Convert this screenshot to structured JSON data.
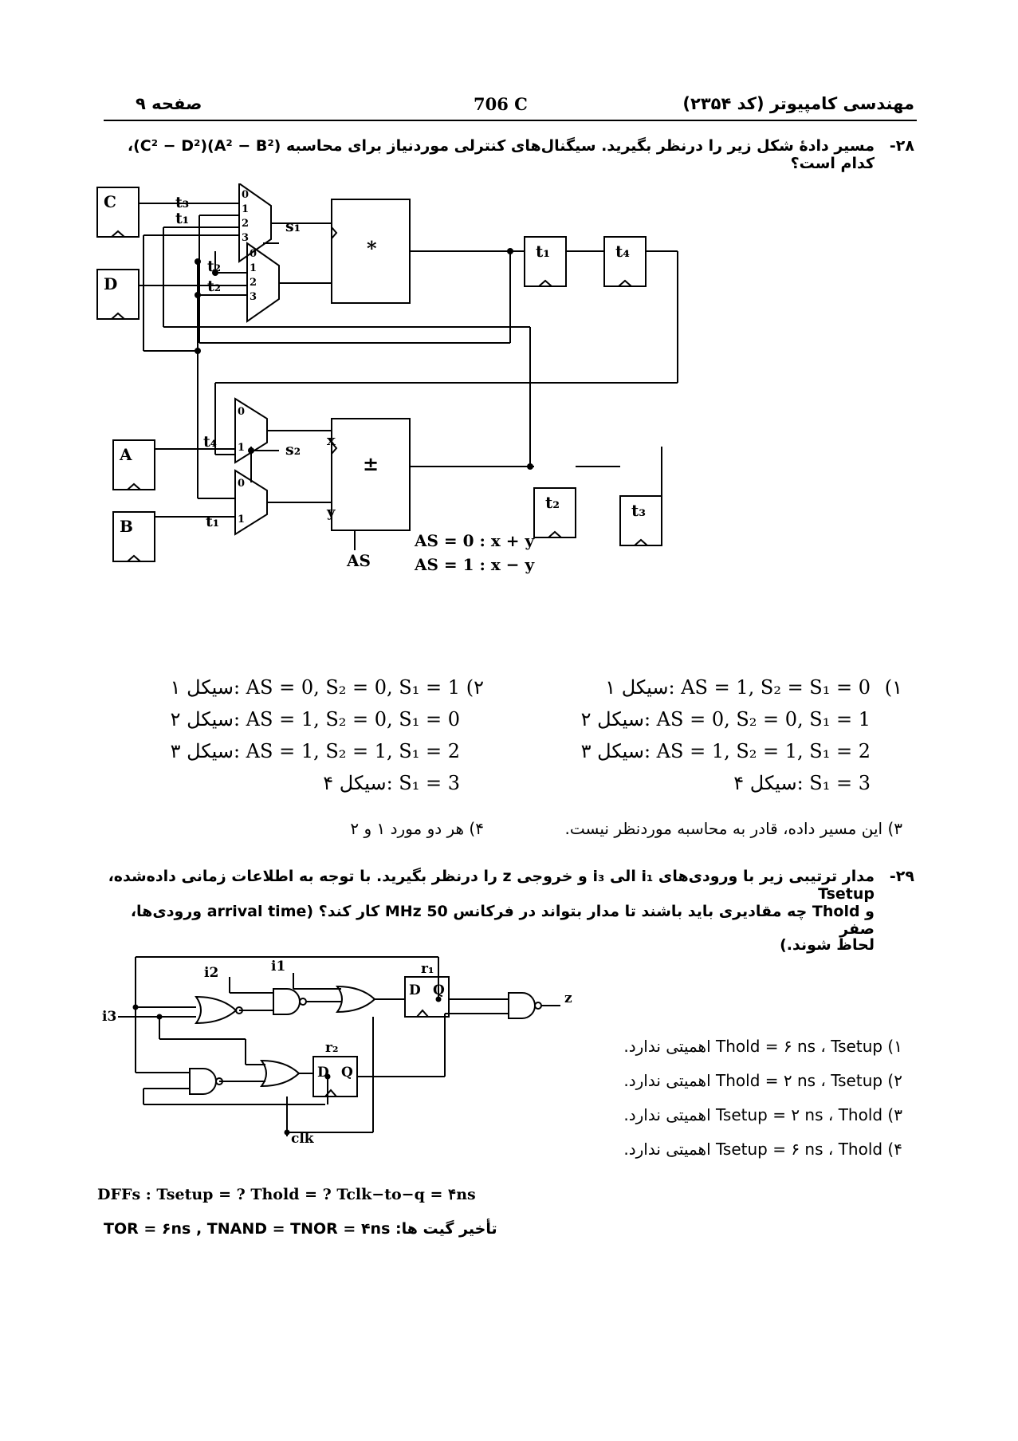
{
  "header": {
    "exam_title": "مهندسی کامپیوتر (کد ۲۳۵۴)",
    "booklet_code": "706 C",
    "page_label": "صفحه ۹"
  },
  "q28": {
    "number": "۲۸-",
    "text": "مسیر دادهٔ شکل زیر را درنظر بگیرید. سیگنال‌های کنترلی موردنیاز برای محاسبه (A² − B²)(C² − D²)، کدام است؟",
    "diagram": {
      "regs": [
        "C",
        "D",
        "A",
        "B",
        "t₁",
        "t₄",
        "t₂",
        "t₃"
      ],
      "wire_labels": [
        "t₃",
        "t₁",
        "t₂",
        "t₂",
        "t₄",
        "t₁"
      ],
      "selects": [
        "s₁",
        "s₂"
      ],
      "mux_inputs_4": [
        "0",
        "1",
        "2",
        "3"
      ],
      "mux_inputs_2": [
        "0",
        "1"
      ],
      "mult_op": "*",
      "alu_op": "±",
      "alu_x": "x",
      "alu_y": "y",
      "alu_ctrl": "AS",
      "as_note_0": "AS = 0 : x + y",
      "as_note_1": "AS = 1 : x − y"
    },
    "options": {
      "o1_num": "۱)",
      "o1_lines": [
        "AS = 1, S₂ = S₁ = 0 :سیکل ۱",
        "AS = 0, S₂ = 0, S₁ = 1 :سیکل ۲",
        "AS = 1, S₂ = 1, S₁ = 2 :سیکل ۳",
        "S₁ = 3 :سیکل ۴"
      ],
      "o2_num": "۲)",
      "o2_lines": [
        "AS = 0, S₂ = 0, S₁ = 1 :سیکل ۱",
        "AS = 1, S₂ = 0, S₁ = 0 :سیکل ۲",
        "AS = 1, S₂ = 1, S₁ = 2 :سیکل ۳",
        "S₁ = 3 :سیکل ۴"
      ],
      "o3": "۳) این مسیر داده، قادر به محاسبه موردنظر نیست.",
      "o4": "۴) هر دو مورد ۱ و ۲"
    }
  },
  "q29": {
    "number": "۲۹-",
    "line1": "مدار ترتیبی زیر با ورودی‌های i₁ الی i₃ و خروجی z را درنظر بگیرید. با توجه به اطلاعات زمانی داده‌شده، Tsetup",
    "line2": "و Thold چه مقادیری باید باشند تا مدار بتواند در فرکانس 50 MHz کار کند؟ (arrival time ورودی‌ها، صفر",
    "line3": "لحاظ شوند.)",
    "circuit": {
      "i1": "i1",
      "i2": "i2",
      "i3": "i3",
      "z": "z",
      "clk": "clk",
      "r1": "r₁",
      "r2": "r₂",
      "d": "D",
      "qq": "Q"
    },
    "dff_note": "DFFs : Tsetup = ?   Thold = ?   Tclk−to−q = ۴ns",
    "gate_note": "تأخیر گیت ها: TOR = ۶ns ,  TNAND = TNOR = ۴ns",
    "options": [
      "۱) Thold = ۶ ns ، Tsetup اهمیتی ندارد.",
      "۲) Thold = ۲ ns ، Tsetup اهمیتی ندارد.",
      "۳) Tsetup = ۲ ns ، Thold اهمیتی ندارد.",
      "۴) Tsetup = ۶ ns ، Thold اهمیتی ندارد."
    ]
  }
}
